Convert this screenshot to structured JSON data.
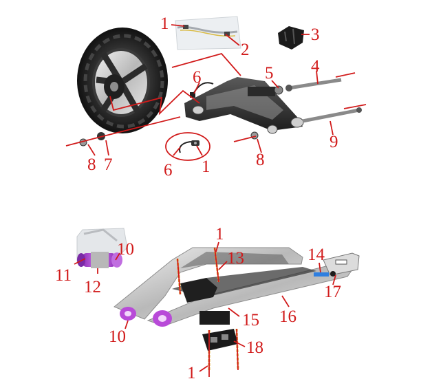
{
  "diagram": {
    "upper_assembly": {
      "callouts": [
        "1",
        "2",
        "3",
        "4",
        "5",
        "6",
        "8",
        "7",
        "9",
        "8",
        "6",
        "1"
      ]
    },
    "lower_assembly": {
      "callouts": [
        "1",
        "10",
        "11",
        "12",
        "13",
        "14",
        "17",
        "10",
        "15",
        "16",
        "18",
        "1"
      ]
    }
  },
  "colors": {
    "callout": "#d11a1a",
    "bushing_accent": "#b84ad8",
    "bolt_accent": "#e0b23a",
    "adjuster_accent": "#2f7fe0"
  }
}
